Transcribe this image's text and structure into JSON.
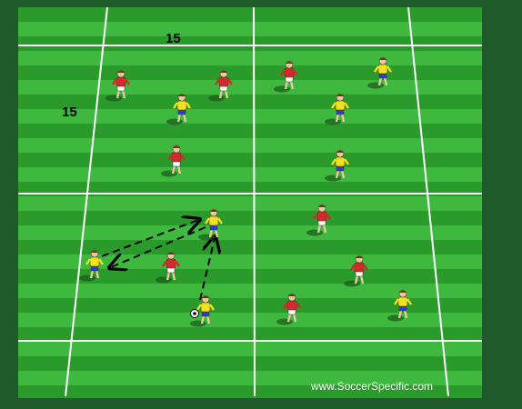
{
  "field": {
    "grid_size_top": "15",
    "grid_size_left": "15",
    "watermark": "www.SoccerSpecific.com",
    "colors": {
      "grass_dark": "#2a9a2a",
      "grass_light": "#3fb83f",
      "border": "#1f5a2a",
      "lines": "#ffffff",
      "team_red": "#d62a2a",
      "team_yellow": "#f2e21e",
      "shorts_blue": "#2b3fcf",
      "shorts_white": "#ffffff"
    }
  },
  "players": [
    {
      "team": "red"
    },
    {
      "team": "red"
    },
    {
      "team": "yellow"
    },
    {
      "team": "red"
    },
    {
      "team": "yellow"
    },
    {
      "team": "yellow"
    },
    {
      "team": "red"
    },
    {
      "team": "yellow"
    },
    {
      "team": "yellow"
    },
    {
      "team": "red"
    },
    {
      "team": "yellow"
    },
    {
      "team": "red"
    },
    {
      "team": "red"
    },
    {
      "team": "yellow"
    },
    {
      "team": "red"
    },
    {
      "team": "yellow"
    }
  ],
  "ball": {
    "present": true
  },
  "pass_arrows": [
    {
      "from": "player-13",
      "to": "player-8",
      "style": "dashed"
    },
    {
      "from": "player-8",
      "to": "player-13",
      "style": "dashed"
    },
    {
      "from": "player-15",
      "to": "player-8",
      "style": "dashed"
    }
  ]
}
